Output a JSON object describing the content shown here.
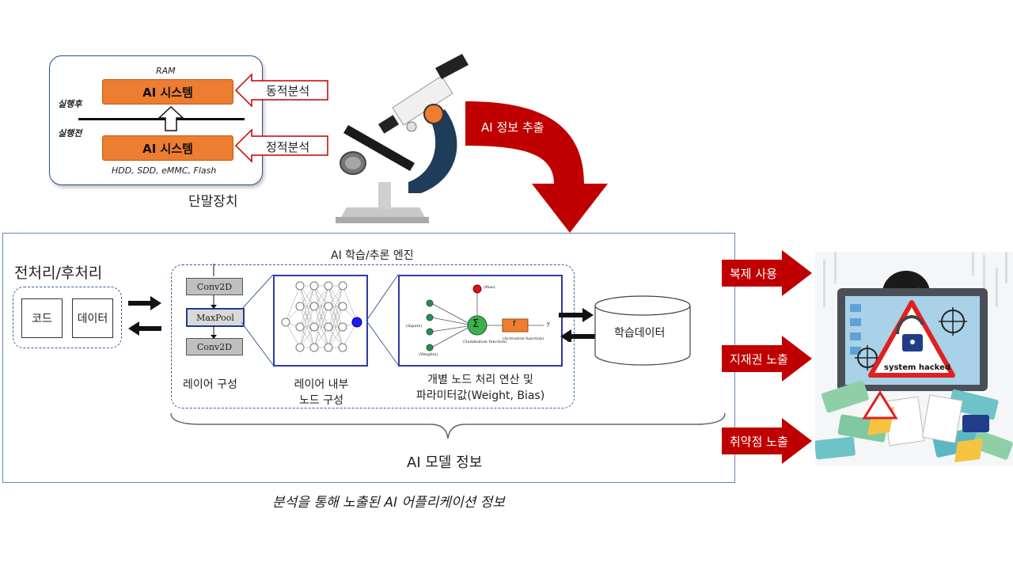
{
  "device": {
    "ram_label": "RAM",
    "ai_system_top": "AI 시스템",
    "ai_system_bottom": "AI 시스템",
    "after_exec": "실행후",
    "before_exec": "실행전",
    "storage_label": "HDD, SDD, eMMC, Flash",
    "dynamic_analysis": "동적분석",
    "static_analysis": "정적분석",
    "caption": "단말장치"
  },
  "extract_arrow_label": "AI 정보 추출",
  "engine": {
    "title": "AI 학습/추론 엔진",
    "layers": [
      "Conv2D",
      "MaxPool",
      "Conv2D"
    ],
    "layer_caption": "레이어 구성",
    "node_caption_line1": "레이어 내부",
    "node_caption_line2": "노드 구성",
    "param_caption_line1": "개별 노드 처리 연산 및",
    "param_caption_line2": "파라미터값(Weight, Bias)",
    "perceptron": {
      "bias": "(Bias)",
      "inputs": "(Inputs)",
      "weights": "(Weights)",
      "sum_symbol": "Σ",
      "sum_fn": "(Summation function)",
      "f_symbol": "f",
      "act_fn": "(Activation function)",
      "output": "y"
    }
  },
  "pre_post": {
    "title": "전처리/후처리",
    "code": "코드",
    "data": "데이터"
  },
  "training_data": "학습데이터",
  "model_info": "AI 모델 정보",
  "bottom_caption": "분석을 통해 노출된 AI 어플리케이션 정보",
  "threats": [
    "복제 사용",
    "지재권 노출",
    "취약점 노출"
  ],
  "hacker": {
    "screen_text": "system hacked"
  },
  "colors": {
    "orange": "#ed7d31",
    "dark_red": "#c00000",
    "navy": "#1f3d8a"
  }
}
